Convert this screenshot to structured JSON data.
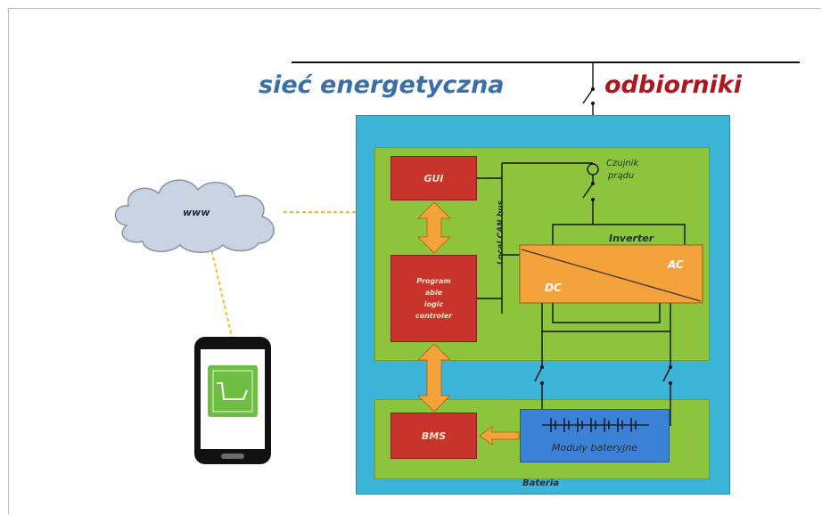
{
  "labels": {
    "grid": "sieć energetyczna",
    "loads": "odbiorniki",
    "current_sensor_line1": "Czujnik",
    "current_sensor_line2": "prądu",
    "gui": "GUI",
    "plc_line1": "Program",
    "plc_line2": "able",
    "plc_line3": "logic",
    "plc_line4": "controler",
    "can_bus": "Local CAN bus",
    "inverter": "Inverter",
    "ac": "AC",
    "dc": "DC",
    "bms": "BMS",
    "battery_modules": "Moduły bateryjne",
    "battery": "Bateria",
    "cloud": "www"
  },
  "colors": {
    "outer_box": "#3cb4d8",
    "inner_box": "#8cc43c",
    "controller": "#c8332b",
    "inverter": "#f4a23c",
    "battery_modules": "#3b82d6",
    "arrow": "#f4a23c",
    "grid_title": "#3a6fa8",
    "loads_title": "#b0161f"
  },
  "icons": [
    "cloud-icon",
    "smartphone-icon",
    "chart-app-icon",
    "switch-icon",
    "battery-cells-icon"
  ]
}
